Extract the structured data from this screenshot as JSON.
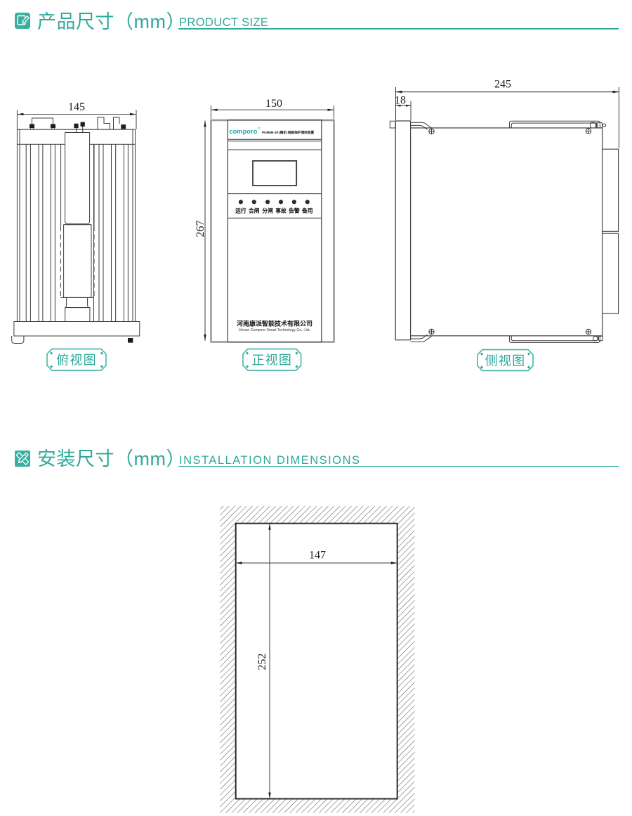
{
  "accent": "#2fa99b",
  "icon_fill": "#38b0a1",
  "line_color": "#3c3c3c",
  "case_gray": "#9a9a9a",
  "sections": {
    "product_size": {
      "title_cn": "产品尺寸（mm）",
      "title_en": "PRODUCT SIZE",
      "icon": "document-pencil-icon"
    },
    "installation": {
      "title_cn": "安装尺寸（mm）",
      "title_en": "INSTALLATION DIMENSIONS",
      "icon": "ruler-pencil-icon"
    }
  },
  "views": {
    "top_view": {
      "label": "俯视图",
      "dim_width_mm": "145"
    },
    "front_view": {
      "label": "正视图",
      "dim_width_mm": "150",
      "dim_height_mm": "267",
      "logo": "comporo",
      "logo_reg": "®",
      "model_text": "PUM5B-301微机·线路保护测控装置",
      "led_labels": [
        "运行",
        "合闸",
        "分闸",
        "事故",
        "告警",
        "备用"
      ],
      "company_cn": "河南康派智能技术有限公司",
      "company_en": "Henan Compere Smart Technology Co., Ltd."
    },
    "side_view": {
      "label": "侧视图",
      "dim_depth_mm": "245",
      "dim_panel_mm": "18"
    }
  },
  "installation_drawing": {
    "dim_cutout_width_mm": "147",
    "dim_cutout_height_mm": "252"
  }
}
